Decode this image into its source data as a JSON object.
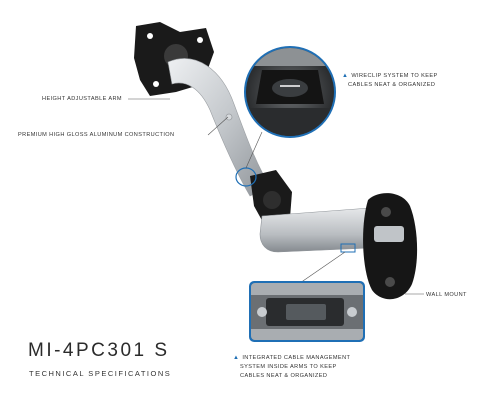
{
  "product": {
    "model": "MI-4PC301 S",
    "subtitle": "TECHNICAL SPECIFICATIONS"
  },
  "callouts": {
    "height_adjustable_arm": "HEIGHT ADJUSTABLE ARM",
    "aluminum_construction": "PREMIUM HIGH GLOSS ALUMINUM CONSTRUCTION",
    "wireclip_line1": "WIRECLIP SYSTEM TO KEEP",
    "wireclip_line2": "CABLES NEAT & ORGANIZED",
    "wall_mount": "WALL MOUNT",
    "cable_mgmt_line1": "INTEGRATED CABLE MANAGEMENT",
    "cable_mgmt_line2": "SYSTEM INSIDE ARMS TO KEEP",
    "cable_mgmt_line3": "CABLES NEAT & ORGANIZED"
  },
  "colors": {
    "accent": "#1f6fb5",
    "arm_silver": "#c8ccd0",
    "mount_black": "#1a1a1a",
    "text": "#333333"
  }
}
